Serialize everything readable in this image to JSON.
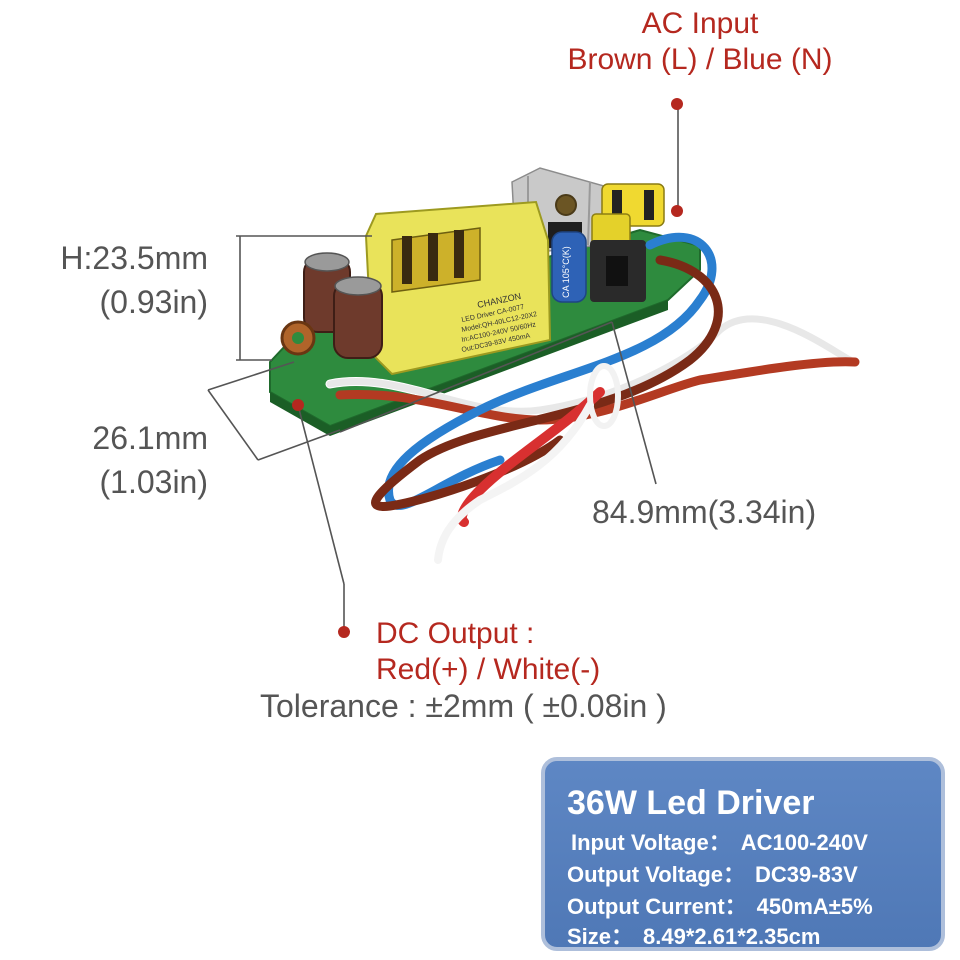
{
  "annotations": {
    "ac_input": {
      "title": "AC Input",
      "detail": "Brown (L) / Blue (N)"
    },
    "height": {
      "mm": "H:23.5mm",
      "in": "(0.93in)"
    },
    "width": {
      "mm": "26.1mm",
      "in": "(1.03in)"
    },
    "length": "84.9mm(3.34in)",
    "dc_output": {
      "title": "DC Output :",
      "detail": "Red(+) / White(-)"
    },
    "tolerance": "Tolerance : ±2mm ( ±0.08in )"
  },
  "product_label": {
    "brand": "CHANZON",
    "lines": [
      "LED Driver   CA-0077",
      "Model:QH-40LC12-20X2",
      "In:AC100-240V 50/60Hz",
      "Out:DC39-83V 450mA"
    ]
  },
  "capacitor_label": "CA 105°C(K)",
  "spec": {
    "title": "36W Led Driver",
    "rows": [
      {
        "key": "Input Voltage：",
        "value": "AC100-240V"
      },
      {
        "key": "Output Voltage：",
        "value": "DC39-83V"
      },
      {
        "key": "Output Current：",
        "value": "450mA±5%"
      },
      {
        "key": "Size：",
        "value": "8.49*2.61*2.35cm"
      }
    ]
  },
  "colors": {
    "accent_red": "#b5281f",
    "pcb_green": "#2e8b3e",
    "transformer_yellow": "#e9e35a",
    "spec_blue": "#5a82c0"
  }
}
